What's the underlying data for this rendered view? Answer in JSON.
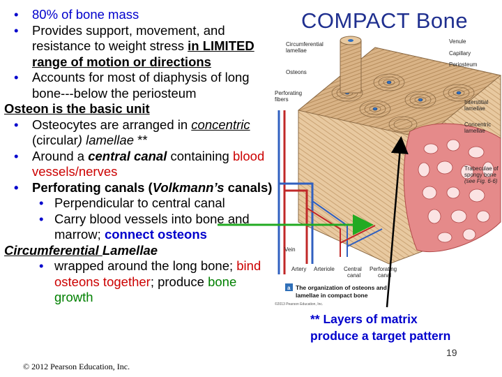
{
  "title": "COMPACT Bone",
  "bullets": {
    "b1": "80% of bone mass",
    "b2_pre": "Provides support,  movement, and resistance to weight stress ",
    "b2_ul": "in LIMITED range of motion or directions",
    "b3": "Accounts for most of diaphysis of long bone---below the periosteum",
    "osteon_heading": "Osteon is the basic unit",
    "b4_pre": "Osteocytes are arranged in ",
    "b4_concentric": "concentric",
    "b4_circ": " (circular",
    "b4_lamellae": ") lamellae",
    "b4_stars": " **",
    "b5_pre": "Around a ",
    "b5_canal": "central canal",
    "b5_mid": " containing ",
    "b5_vessels": "blood vessels/nerves",
    "b6_pre": "Perforating canals (",
    "b6_volk": "Volkmann’s",
    "b6_post": " canals)",
    "sub1": "Perpendicular to central canal",
    "sub2_pre": "Carry blood vessels into bone and marrow; ",
    "sub2_connect": "connect osteons",
    "circ_heading_ul": "Circumferential ",
    "circ_heading_rest": "Lamellae",
    "sub3_pre": "wrapped around the long bone; ",
    "sub3_bind": "bind osteons",
    "sub3_mid": " together",
    "sub3_semi": "; produce ",
    "sub3_growth": "bone growth"
  },
  "footer": {
    "copyright": "© 2012 Pearson Education, Inc.",
    "page_number": "19"
  },
  "note": {
    "line1": "** Layers of matrix",
    "line2": "produce a target pattern"
  },
  "figure": {
    "labels": {
      "circumferential_lamellae_1": "Circumferential",
      "circumferential_lamellae_2": "lamellae",
      "osteons": "Osteons",
      "perforating_fibers_1": "Perforating",
      "perforating_fibers_2": "fibers",
      "vein": "Vein",
      "artery": "Artery",
      "arteriole": "Arteriole",
      "central_canal_1": "Central",
      "central_canal_2": "canal",
      "perforating_canal_1": "Perforating",
      "perforating_canal_2": "canal",
      "venule": "Venule",
      "capillary": "Capillary",
      "periosteum": "Periosteum",
      "interstitial_1": "Interstitial",
      "interstitial_2": "lamellae",
      "concentric_1": "Concentric",
      "concentric_2": "lamellae",
      "trabeculae_1": "Trabeculae of",
      "trabeculae_2": "spongy bone",
      "trabeculae_3": "(see Fig. 6-6)",
      "caption_letter": "a",
      "caption_1": "The organization of osteons and",
      "caption_2": "lamellae in compact bone",
      "fig_copyright": "©2013 Pearson Education, Inc."
    }
  },
  "colors": {
    "title": "#1f2f8f",
    "blue": "#0000cc",
    "red": "#cc0000",
    "green": "#008000",
    "arrow": "#22aa22"
  }
}
